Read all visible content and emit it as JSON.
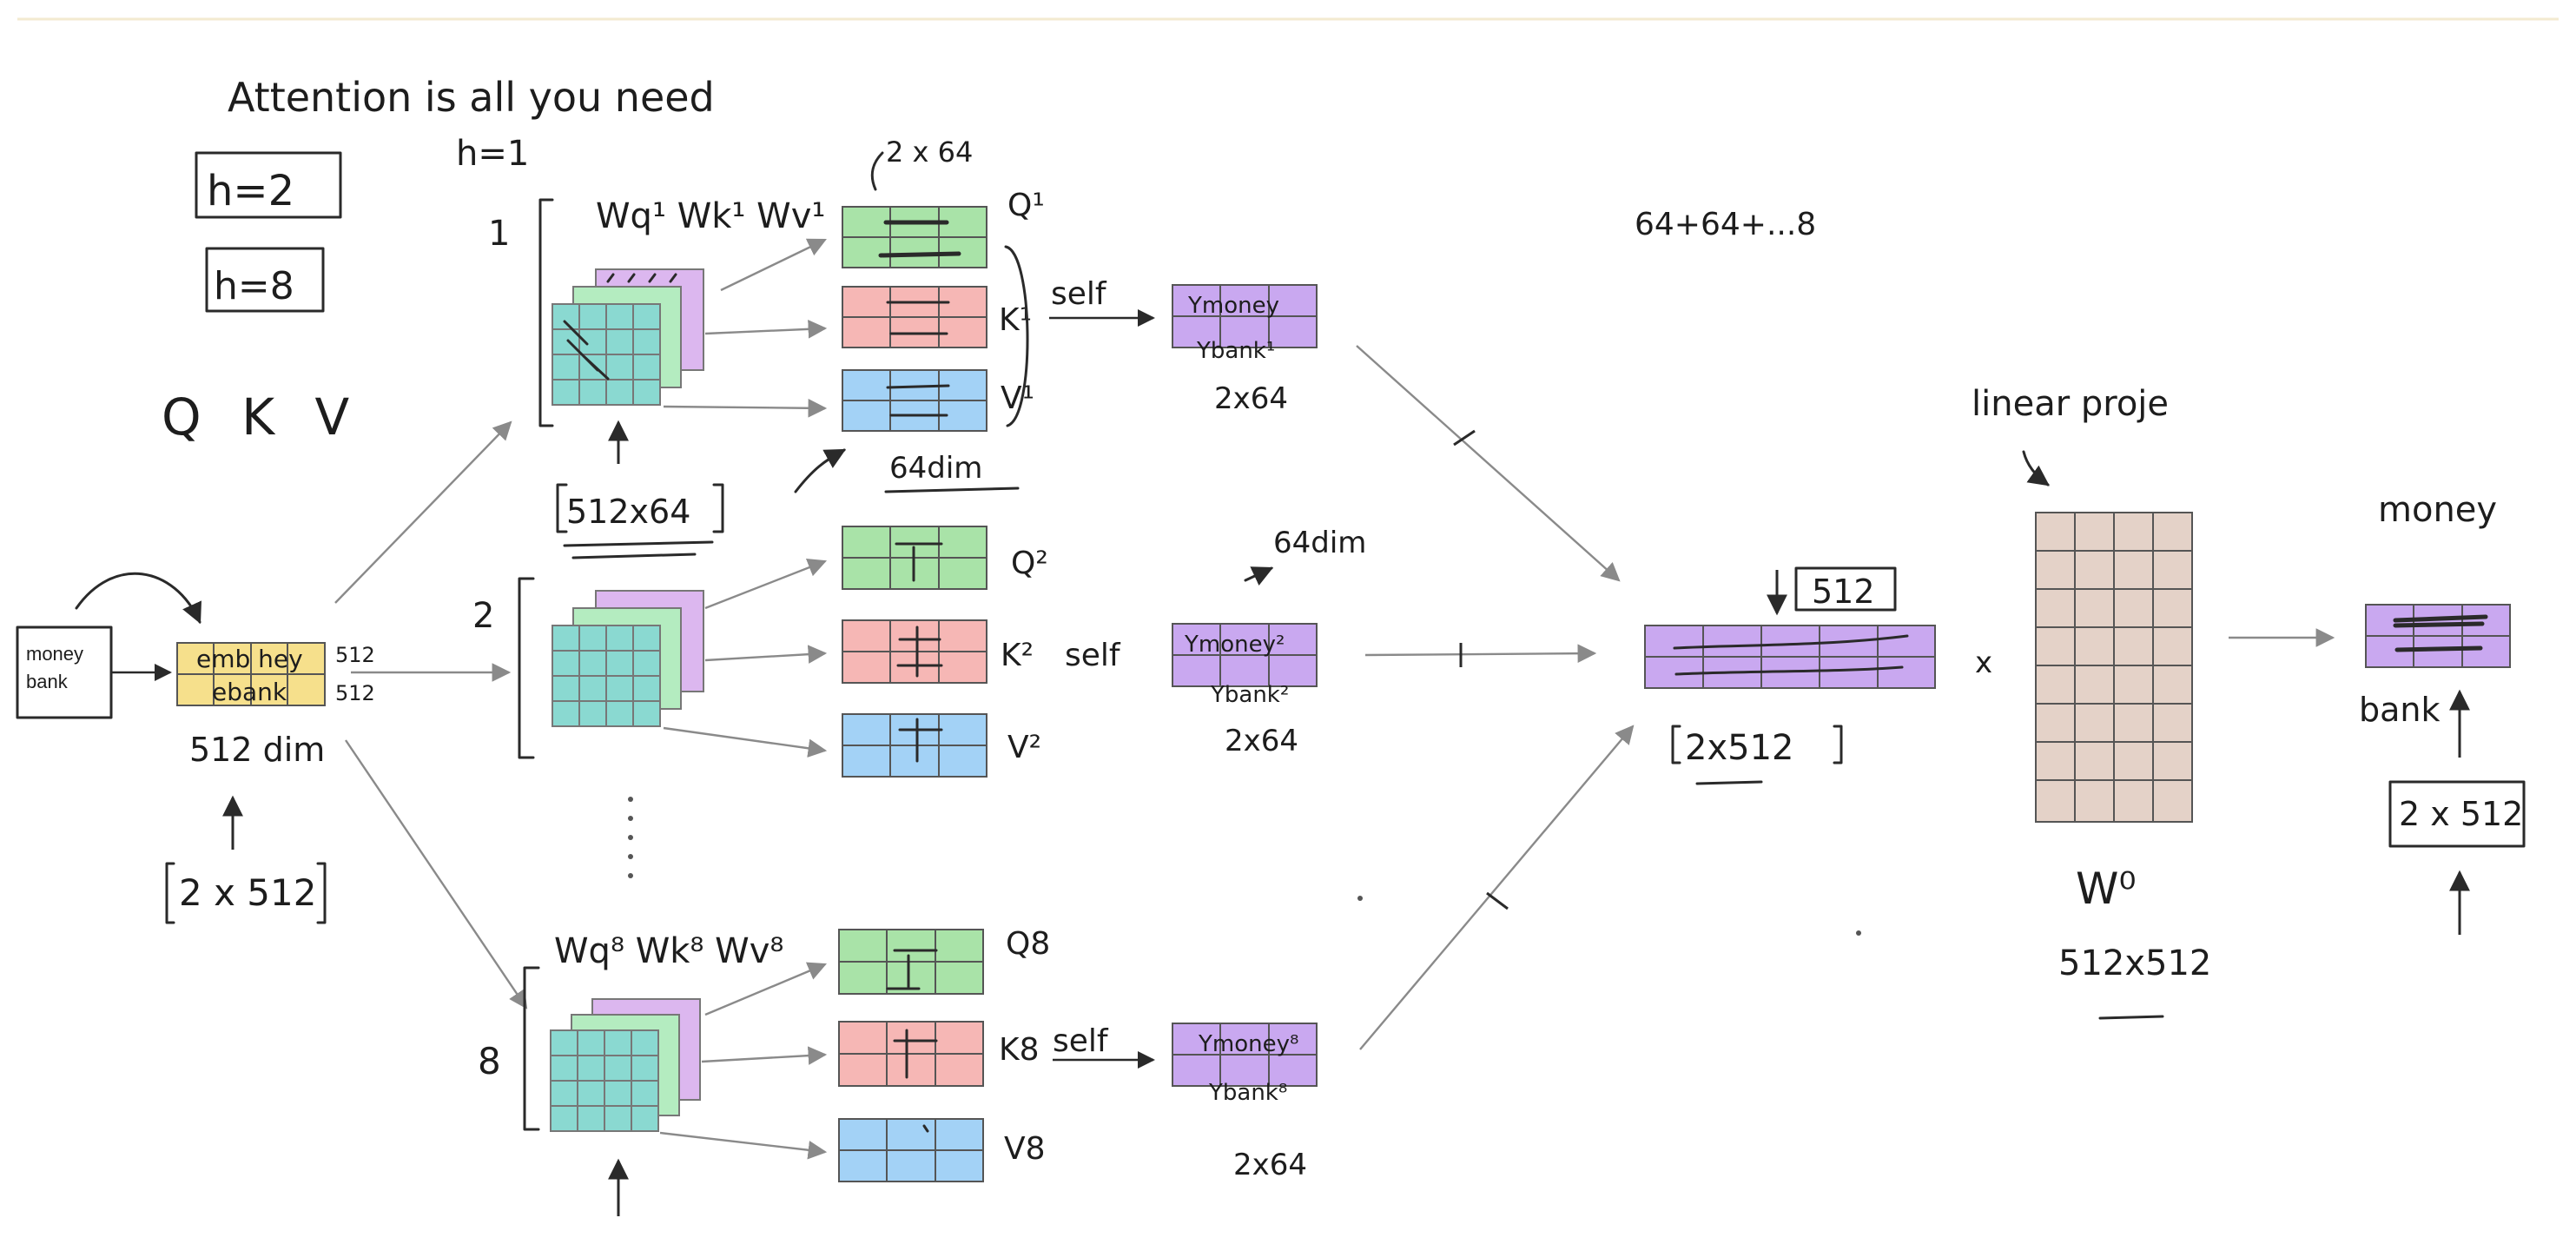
{
  "title": "Attention is all you need",
  "heads_notes": {
    "h1": "h=1",
    "h2": "h=2",
    "h8": "h=8"
  },
  "qkv_label": "Q K V",
  "input": {
    "word1": "money",
    "word2": "bank"
  },
  "embedding": {
    "row1": "emb hey",
    "row2": "ebank",
    "dim1": "512",
    "dim2": "512",
    "label": "512 dim",
    "shape": "2 x 512"
  },
  "heads": [
    {
      "index": "1",
      "weights": "Wq¹ Wk¹ Wv¹",
      "shape_note": "512x64",
      "q": "Q¹",
      "k": "K¹",
      "v": "V¹",
      "q_note": "2 x 64",
      "dim_note": "64dim",
      "self": "self",
      "out1": "Ymoney",
      "out2": "Ybank¹",
      "out_shape": "2x64"
    },
    {
      "index": "2",
      "weights": "",
      "shape_note": "",
      "q": "Q²",
      "k": "K²",
      "v": "V²",
      "q_note": "",
      "dim_note": "64dim",
      "self": "self",
      "out1": "Ymoney²",
      "out2": "Ybank²",
      "out_shape": "2x64"
    },
    {
      "index": "8",
      "weights": "Wq⁸ Wk⁸ Wv⁸",
      "shape_note": "",
      "q": "Q8",
      "k": "K8",
      "v": "V8",
      "q_note": "",
      "dim_note": "",
      "self": "self",
      "out1": "Ymoney⁸",
      "out2": "Ybank⁸",
      "out_shape": "2x64"
    }
  ],
  "concat": {
    "sum_note": "64+64+...8",
    "dim": "512",
    "shape": "2x512",
    "times": "x"
  },
  "projection": {
    "title": "linear proje",
    "name": "W⁰",
    "shape": "512x512"
  },
  "output": {
    "word1": "money",
    "word2": "bank",
    "shape": "2 x 512"
  },
  "colors": {
    "q": "#a9e3a8",
    "k": "#f6b7b5",
    "v": "#a3d2f6",
    "w_front": "#8ad9d1",
    "w_mid": "#b4ecc0",
    "w_back": "#dcb7ef",
    "out": "#c9a8f0",
    "emb": "#f6e08c",
    "proj": "#e4d2c8",
    "ink": "#1d1d1d",
    "arrow": "#8a8a8a"
  },
  "icons": [
    "arrow-right-icon",
    "arrow-up-icon",
    "curved-arrow-icon"
  ]
}
